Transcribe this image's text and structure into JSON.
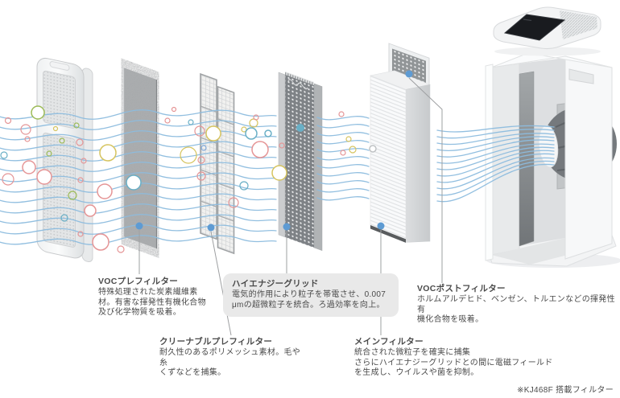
{
  "diagram": {
    "type": "air-purifier-filter-exploded-diagram",
    "flow_direction": "left-to-right"
  },
  "colors": {
    "background": "#FFFFFF",
    "airflow_line": "#8CBCDE",
    "connector_line": "#9EA0A2",
    "connector_dot": "#5E9BD3",
    "label_text": "#4A4A4A",
    "highlight_box_bg": "#E9E9E9",
    "particle_pink": "#E59596",
    "particle_green": "#9CBB57",
    "particle_yellow": "#D6C45F",
    "particle_teal": "#69AFC6",
    "particle_blue": "#7FA8D9"
  },
  "labels": {
    "voc_pre": {
      "title": "VOCプレフィルター",
      "body": "特殊処理された炭素繊維素\n材。有害な揮発性有機化合物\n及び化学物質を吸着。"
    },
    "high_energy_grid": {
      "title": "ハイエナジーグリッド",
      "body": "電気的作用により粒子を帯電させ、0.007\nμmの超微粒子を統合。ろ過効率を向上。"
    },
    "cleanable_pre": {
      "title": "クリーナブルプレフィルター",
      "body": "耐久性のあるポリメッシュ素材。毛や糸\nくずなどを捕集。"
    },
    "main_filter": {
      "title": "メインフィルター",
      "body": "統合された微粒子を確実に捕集\nさらにハイエナジーグリッドとの間に電磁フィールド\nを生成し、ウイルスや菌を抑制。"
    },
    "voc_post": {
      "title": "VOCポストフィルター",
      "body": "ホルムアルデヒド、ベンゼン、トルエンなどの揮発性有\n機化合物を吸着。"
    }
  },
  "footnote": "※KJ468F 搭載フィルター"
}
